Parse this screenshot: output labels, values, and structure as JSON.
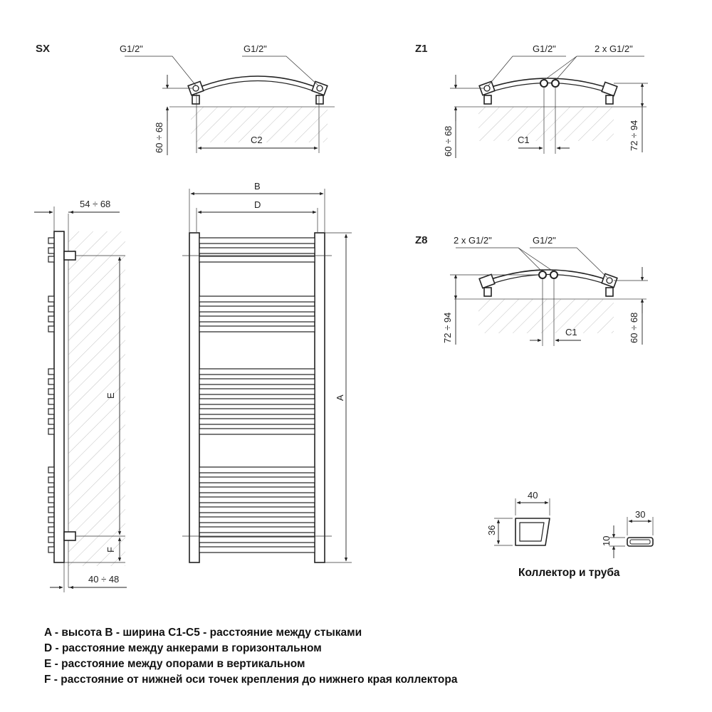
{
  "sections": {
    "sx": {
      "title": "SX",
      "conn_left": "G1/2\"",
      "conn_right": "G1/2\"",
      "height_dim": "60 ÷ 68",
      "spacing": "C2"
    },
    "z1": {
      "title": "Z1",
      "conn_single": "G1/2\"",
      "conn_double": "2 x G1/2\"",
      "height_left": "60 ÷ 68",
      "height_right": "72 ÷ 94",
      "spacing": "C1"
    },
    "z8": {
      "title": "Z8",
      "conn_double": "2 x G1/2\"",
      "conn_single": "G1/2\"",
      "height_left": "72 ÷ 94",
      "height_right": "60 ÷ 68",
      "spacing": "C1"
    }
  },
  "side_view": {
    "wall_distance_top": "54 ÷ 68",
    "wall_distance_bottom": "40 ÷ 48",
    "dim_e": "E",
    "dim_f": "F"
  },
  "front_view": {
    "dim_a": "A",
    "dim_b": "B",
    "dim_d": "D"
  },
  "profiles": {
    "collector_width": "40",
    "collector_height": "36",
    "tube_width": "30",
    "tube_height": "10",
    "caption": "Коллектор и труба"
  },
  "legend": [
    "A - высота B - ширина C1-C5 - расстояние между стыками",
    "D - расстояние между анкерами в горизонтальном",
    "E - расстояние между опорами в вертикальном",
    "F - расстояние от нижней оси точек крепления до нижнего края коллектора"
  ]
}
